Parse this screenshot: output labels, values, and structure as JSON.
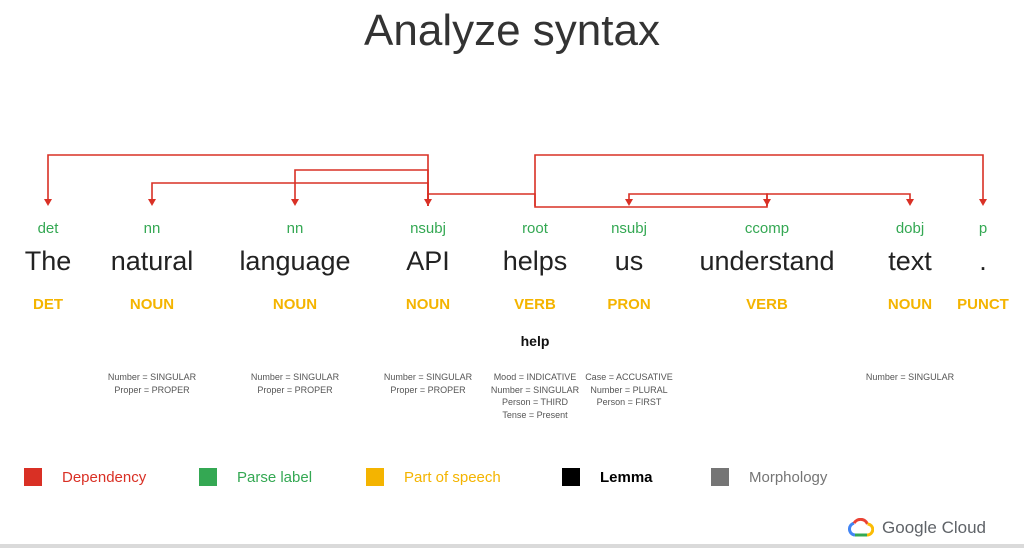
{
  "title": "Analyze syntax",
  "colors": {
    "dependency": "#d93025",
    "label": "#34a853",
    "pos": "#f4b400",
    "lemma": "#000000",
    "morph": "#757575"
  },
  "tokens": [
    {
      "word": "The",
      "label": "det",
      "pos": "DET",
      "lemma": "",
      "morph": []
    },
    {
      "word": "natural",
      "label": "nn",
      "pos": "NOUN",
      "lemma": "",
      "morph": [
        "Number = SINGULAR",
        "Proper = PROPER"
      ]
    },
    {
      "word": "language",
      "label": "nn",
      "pos": "NOUN",
      "lemma": "",
      "morph": [
        "Number = SINGULAR",
        "Proper = PROPER"
      ]
    },
    {
      "word": "API",
      "label": "nsubj",
      "pos": "NOUN",
      "lemma": "",
      "morph": [
        "Number = SINGULAR",
        "Proper = PROPER"
      ]
    },
    {
      "word": "helps",
      "label": "root",
      "pos": "VERB",
      "lemma": "help",
      "morph": [
        "Mood = INDICATIVE",
        "Number = SINGULAR",
        "Person = THIRD",
        "Tense = Present"
      ]
    },
    {
      "word": "us",
      "label": "nsubj",
      "pos": "PRON",
      "lemma": "",
      "morph": [
        "Case = ACCUSATIVE",
        "Number = PLURAL",
        "Person = FIRST"
      ]
    },
    {
      "word": "understand",
      "label": "ccomp",
      "pos": "VERB",
      "lemma": "",
      "morph": []
    },
    {
      "word": "text",
      "label": "dobj",
      "pos": "NOUN",
      "lemma": "",
      "morph": [
        "Number = SINGULAR"
      ]
    },
    {
      "word": ".",
      "label": "p",
      "pos": "PUNCT",
      "lemma": "",
      "morph": []
    }
  ],
  "dependencies": [
    {
      "from": 3,
      "to": 0
    },
    {
      "from": 3,
      "to": 1
    },
    {
      "from": 3,
      "to": 2
    },
    {
      "from": 4,
      "to": 3
    },
    {
      "from": 4,
      "to": 8
    },
    {
      "from": 4,
      "to": 6
    },
    {
      "from": 6,
      "to": 5
    },
    {
      "from": 6,
      "to": 7
    }
  ],
  "legend": [
    {
      "label": "Dependency",
      "color": "#d93025",
      "text_color": "#d93025",
      "icon": "dependency-swatch"
    },
    {
      "label": "Parse label",
      "color": "#34a853",
      "text_color": "#34a853",
      "icon": "parse-label-swatch"
    },
    {
      "label": "Part of speech",
      "color": "#f4b400",
      "text_color": "#f4b400",
      "icon": "pos-swatch"
    },
    {
      "label": "Lemma",
      "color": "#000000",
      "text_color": "#000000",
      "icon": "lemma-swatch"
    },
    {
      "label": "Morphology",
      "color": "#757575",
      "text_color": "#757575",
      "icon": "morphology-swatch"
    }
  ],
  "brand": {
    "name": "Google Cloud"
  }
}
